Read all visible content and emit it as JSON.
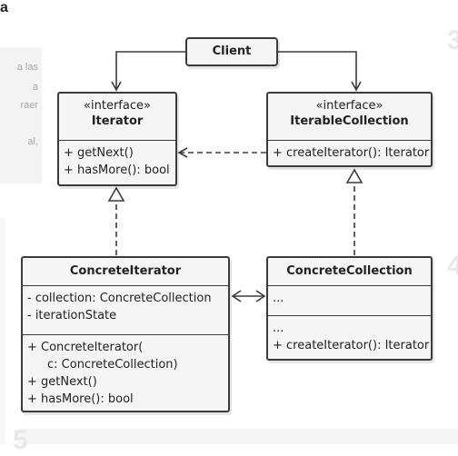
{
  "background": {
    "heading_fragment": "a",
    "side_text_lines": [
      "a las",
      "a",
      "raer",
      "",
      "al,"
    ],
    "step_numbers": [
      "3",
      "4",
      "5"
    ]
  },
  "client": {
    "name": "Client"
  },
  "iterator": {
    "stereotype": "«interface»",
    "name": "Iterator",
    "methods": [
      "+ getNext()",
      "+ hasMore(): bool"
    ]
  },
  "iterable_collection": {
    "stereotype": "«interface»",
    "name": "IterableCollection",
    "methods": [
      "+ createIterator(): Iterator"
    ]
  },
  "concrete_iterator": {
    "name": "ConcreteIterator",
    "attributes": [
      "- collection: ConcreteCollection",
      "- iterationState"
    ],
    "methods": [
      "+ ConcreteIterator(",
      "c: ConcreteCollection)",
      "+ getNext()",
      "+ hasMore(): bool"
    ]
  },
  "concrete_collection": {
    "name": "ConcreteCollection",
    "attributes": [
      "..."
    ],
    "methods": [
      "...",
      "+ createIterator(): Iterator"
    ]
  },
  "colors": {
    "box_fill": "#f5f5f5",
    "stroke": "#3b3b3b"
  }
}
